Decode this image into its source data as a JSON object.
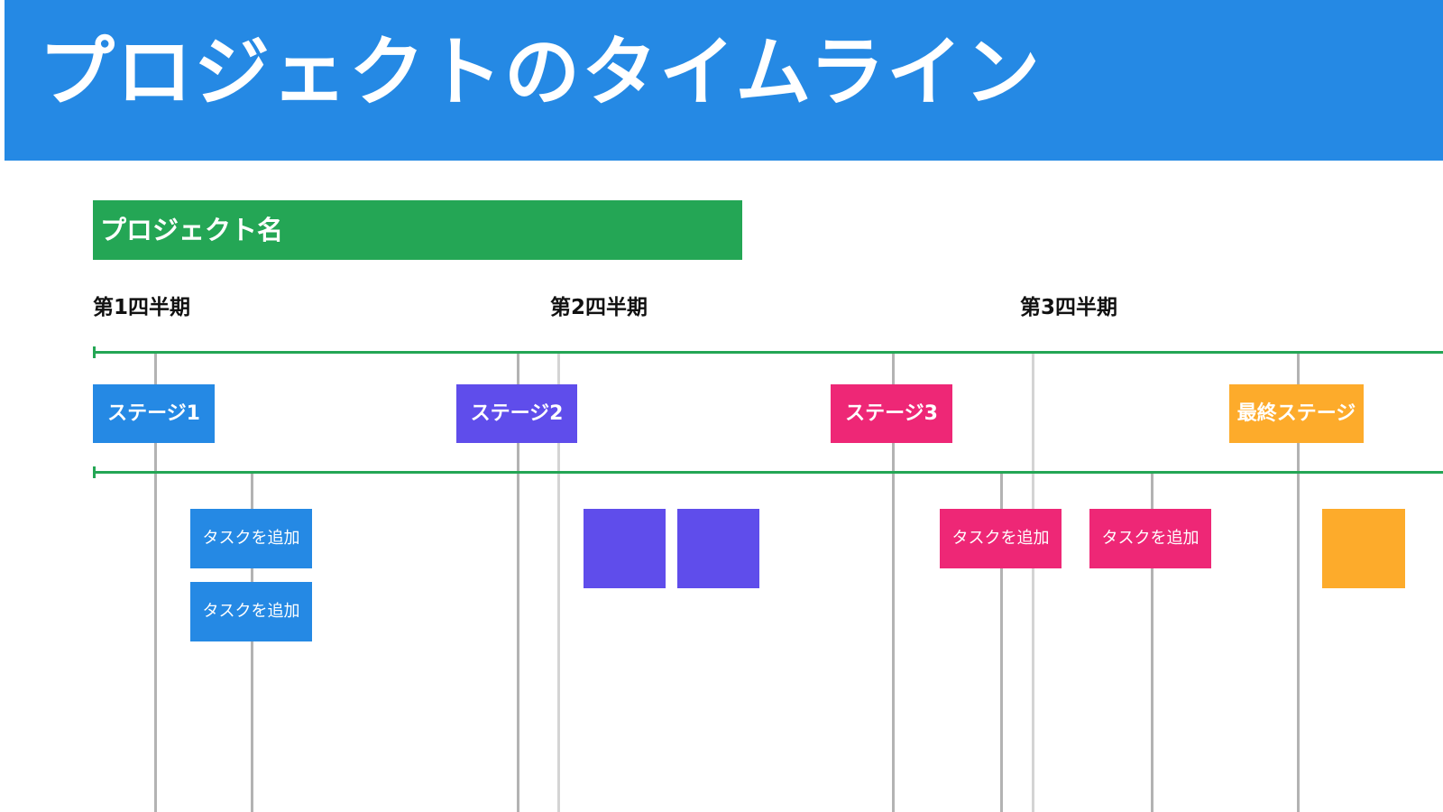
{
  "header": {
    "title": "プロジェクトのタイムライン"
  },
  "project": {
    "name": "プロジェクト名"
  },
  "quarters": [
    "第1四半期",
    "第2四半期",
    "第3四半期"
  ],
  "stages": [
    "ステージ1",
    "ステージ2",
    "ステージ3",
    "最終ステージ"
  ],
  "tasks": {
    "stage1": [
      "タスクを追加",
      "タスクを追加"
    ],
    "stage3": [
      "タスクを追加",
      "タスクを追加"
    ]
  },
  "colors": {
    "header": "#2589e4",
    "project_bar": "#24a655",
    "timeline": "#24a655",
    "stage1": "#2589e4",
    "stage2": "#5f4deb",
    "stage3": "#ee2776",
    "final_stage": "#fdab2b"
  }
}
